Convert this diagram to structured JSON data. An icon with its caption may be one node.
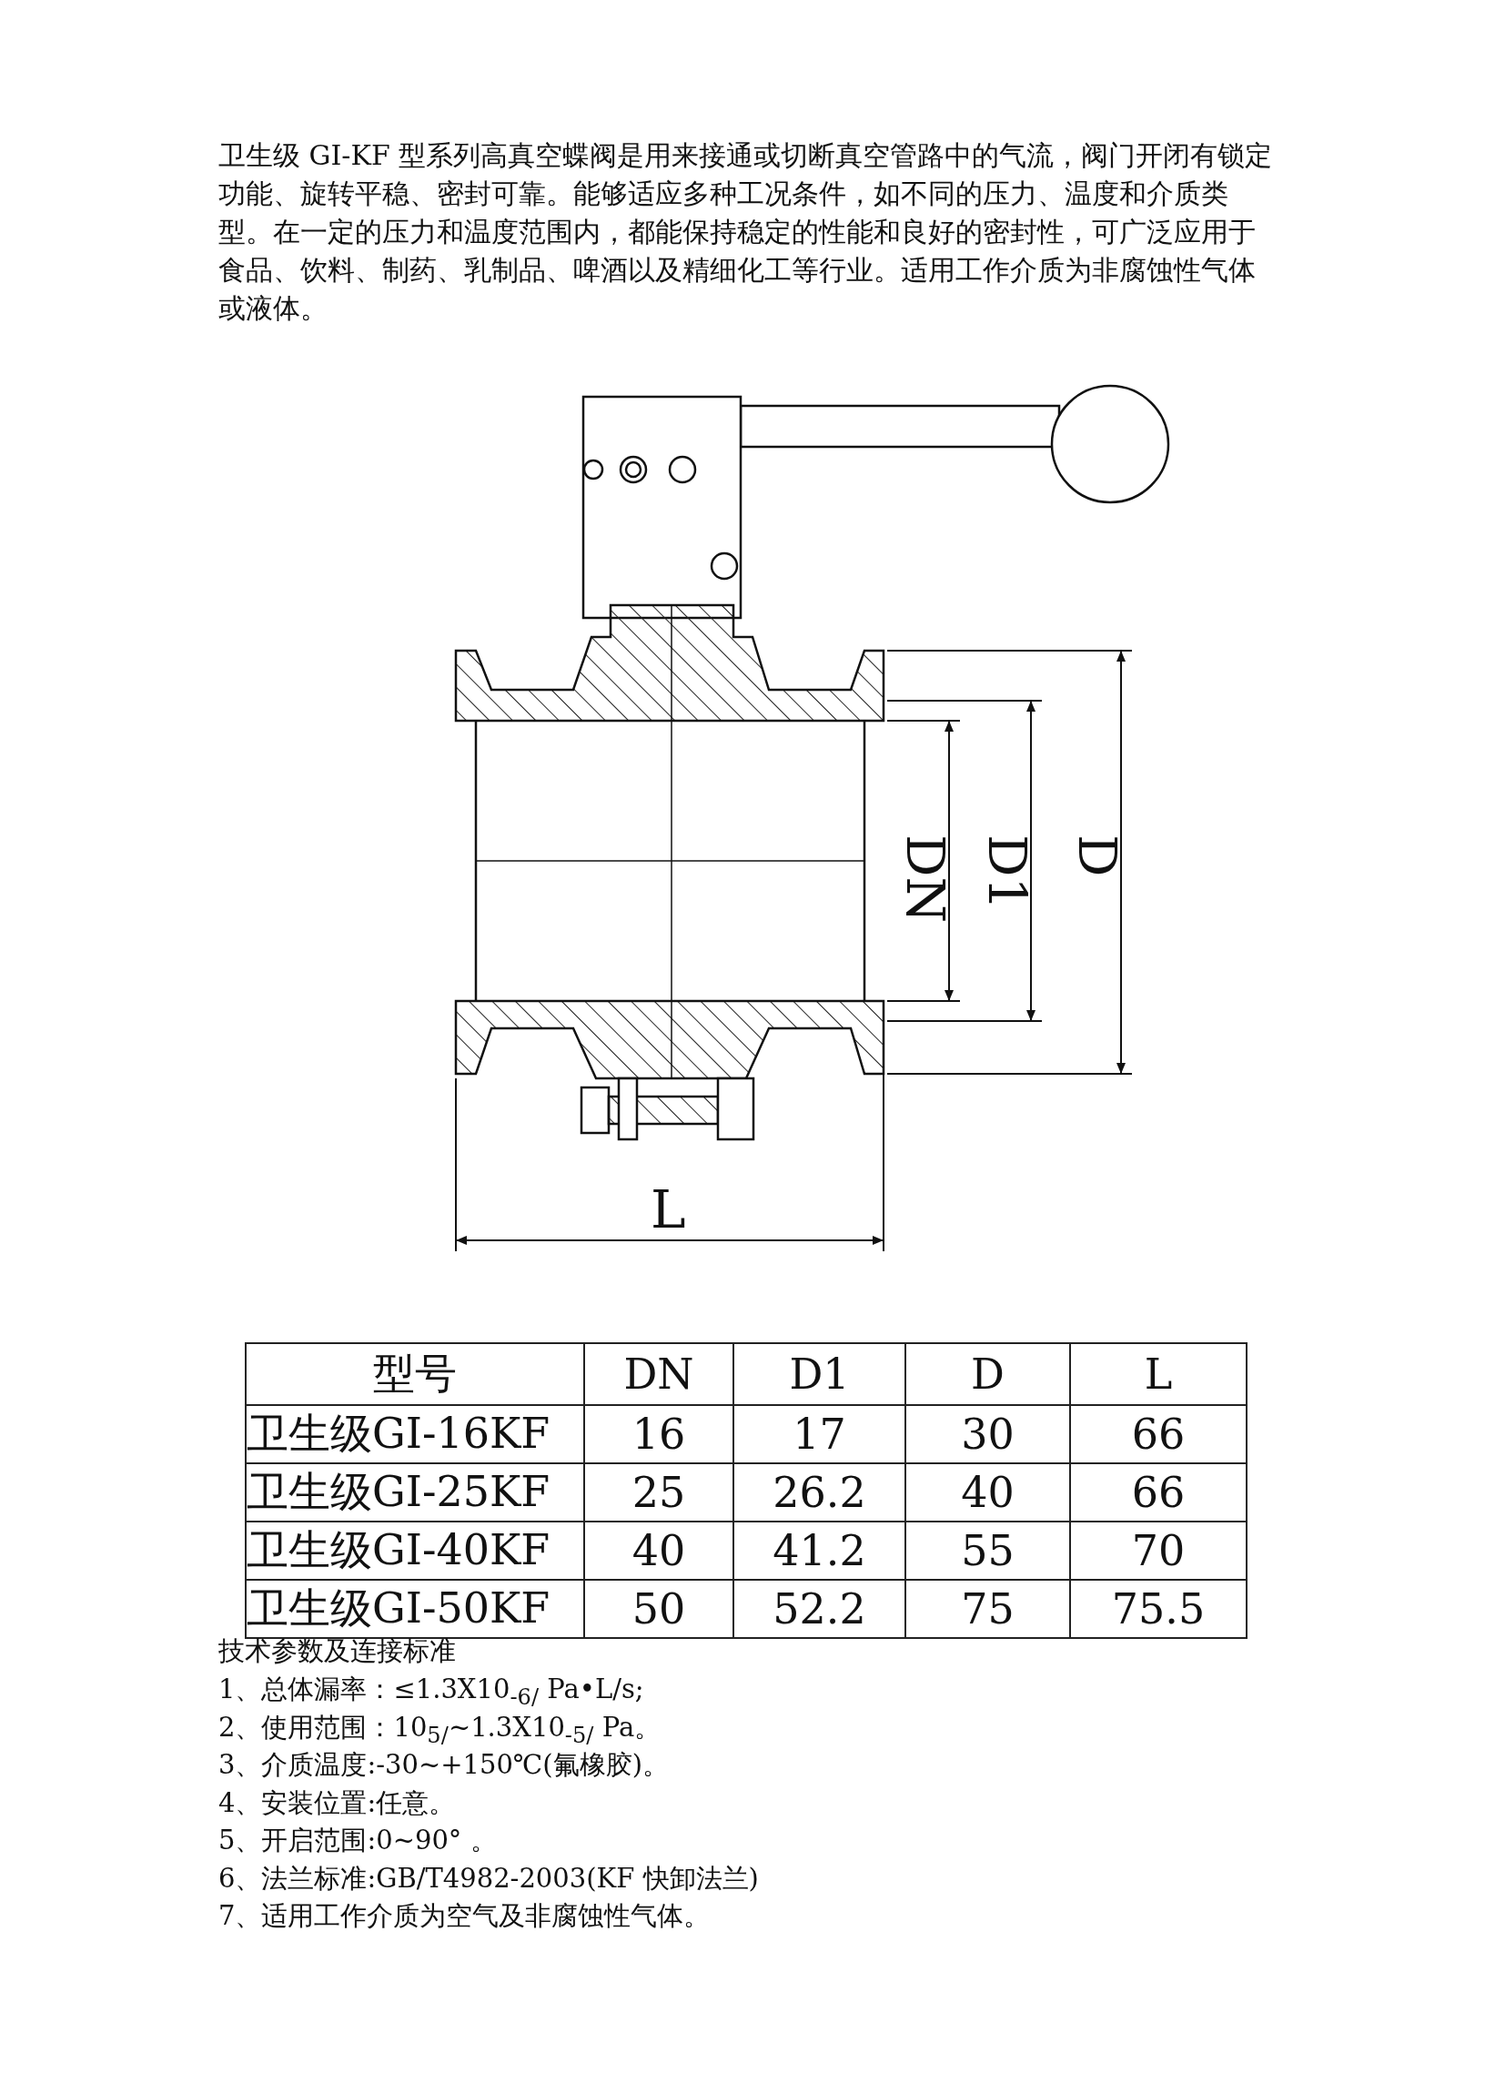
{
  "diagram": {
    "labels": [
      "卫生级 GI-KF 型系列高真空蝶阀是用来接通或切断真空管路中的气流，阀门开闭有锁定功能、旋转平稳、密封可靠。能够适应多种工况条件，如不同的压力、温度和介质类型。在一定的压力和温度范围内，都能保持稳定的性能和良好的密封性，可广泛应用于食品、饮料、制药、乳制品、啤酒以及精细化工等行业。适用工作介质为非腐蚀性气体或液体。",
      "DN",
      "D1",
      "D",
      "L",
      "型号",
      "DN",
      "D1",
      "D",
      "L",
      "卫生级GI-16KF",
      "16",
      "17",
      "30",
      "66",
      "卫生级GI-25KF",
      "25",
      "26.2",
      "40",
      "66",
      "卫生级GI-40KF",
      "40",
      "41.2",
      "55",
      "70",
      "卫生级GI-50KF",
      "50",
      "52.2",
      "75",
      "75.5",
      "技术参数及连接标准",
      "1、总体漏率：≤1.3X10$_{-6/}$ Pa•L/s;",
      "2、使用范围：10$_{5/}$~1.3X10$_{-5/}$ Pa。",
      "3、介质温度:-30~+150℃(氟橡胶)。",
      "4、安装位置:任意。",
      "5、开启范围:0~90° 。",
      "6、法兰标准:GB/T4982-2003(KF 快卸法兰)",
      "7、适用工作介质为空气及非腐蚀性气体。"
    ]
  }
}
